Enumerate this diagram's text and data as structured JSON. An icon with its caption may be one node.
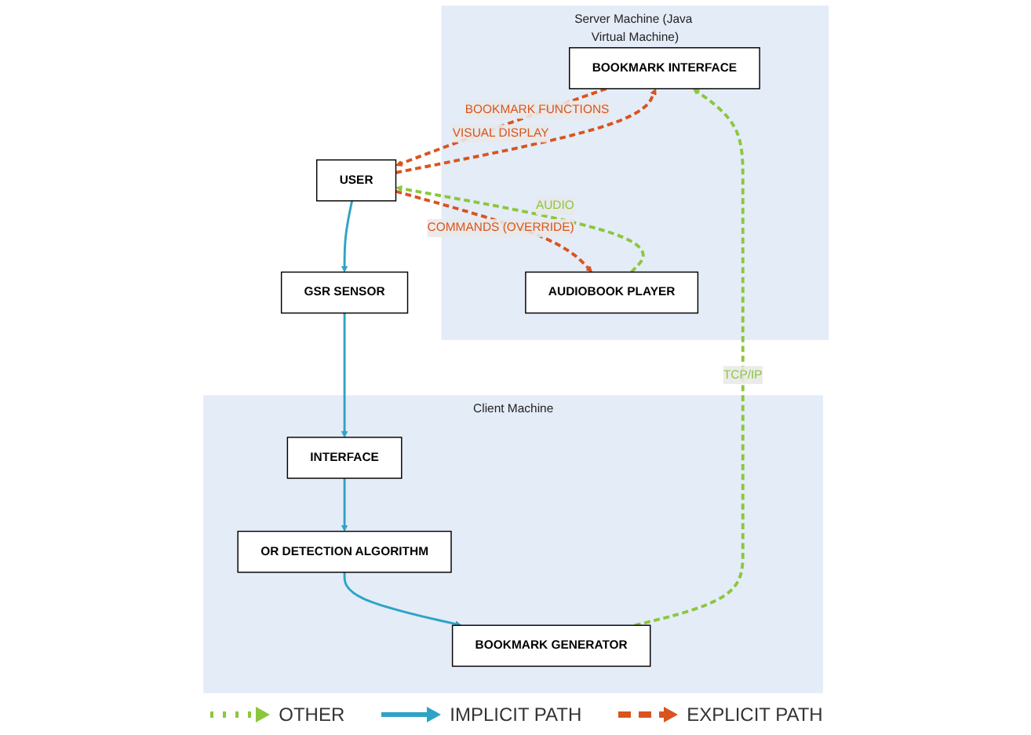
{
  "diagram": {
    "nodes": [
      {
        "text": [
          "Server Machine (Java Virtual Machine)"
        ]
      },
      {
        "text": [
          "BOOKMARK INTERFACE"
        ],
        "in": 0
      },
      {
        "text": [
          "AUDIOBOOK PLAYER"
        ],
        "in": 0
      },
      {
        "text": [
          "Client Machine"
        ]
      },
      {
        "text": [
          "BOOKMARK GENERATOR"
        ],
        "in": 3
      },
      {
        "text": [
          "OR DETECTION ALGORITHM"
        ],
        "in": 3
      },
      {
        "text": [
          "INTERFACE"
        ],
        "in": 3
      },
      {
        "text": [
          "USER"
        ]
      },
      {
        "text": [
          "GSR SENSOR"
        ]
      }
    ],
    "edges": [
      {
        "from": 4,
        "to": 1,
        "arrow": "to",
        "label": "TCP/IP",
        "style": "dashed",
        "color": "#8cc63f"
      },
      {
        "from": 1,
        "to": 7,
        "arrow": "to",
        "label": "VISUAL DISPLAY",
        "style": "dashed",
        "color": "#d9541e"
      },
      {
        "from": 7,
        "to": 1,
        "arrow": "to",
        "label": "BOOKMARK FUNCTIONS",
        "style": "dashed",
        "color": "#d9541e"
      },
      {
        "from": 7,
        "to": 2,
        "arrow": "to",
        "label": "COMMANDS (OVERRIDE)",
        "style": "dashed",
        "color": "#d9541e"
      },
      {
        "from": 2,
        "to": 7,
        "arrow": "to",
        "label": "AUDIO",
        "style": "dashed",
        "color": "#8cc63f"
      },
      {
        "from": 7,
        "to": 8,
        "arrow": "to"
      },
      {
        "from": 8,
        "to": 6,
        "arrow": "to"
      },
      {
        "from": 6,
        "to": 5,
        "arrow": "to"
      },
      {
        "from": 5,
        "to": 4,
        "arrow": "to"
      }
    ],
    "legend": [
      {
        "text": "OTHER"
      },
      {
        "text": "IMPLICIT PATH"
      },
      {
        "text": "EXPLICIT PATH"
      }
    ]
  }
}
